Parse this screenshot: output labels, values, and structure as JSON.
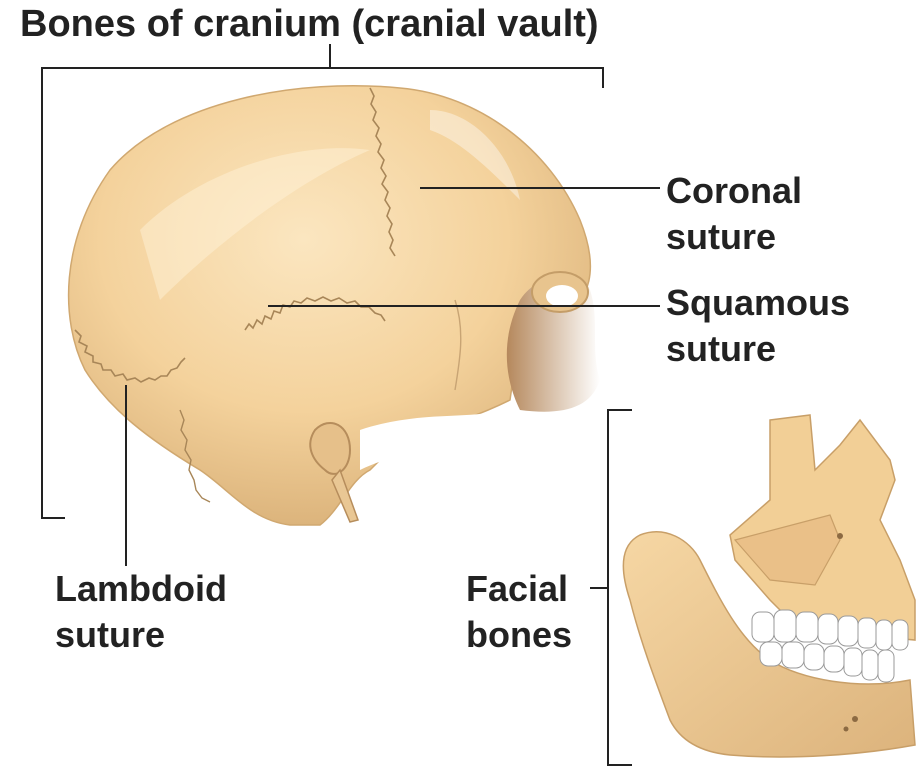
{
  "title": "Bones of cranium (cranial vault)",
  "labels": {
    "coronal": [
      "Coronal",
      "suture"
    ],
    "squamous": [
      "Squamous",
      "suture"
    ],
    "lambdoid": [
      "Lambdoid",
      "suture"
    ],
    "facial": [
      "Facial",
      "bones"
    ]
  },
  "colors": {
    "bone": "#f6d7a4",
    "bone_shadow": "#d8b27c",
    "suture_line": "#a88658",
    "leader_line": "#222222",
    "teeth": "#ffffff"
  }
}
